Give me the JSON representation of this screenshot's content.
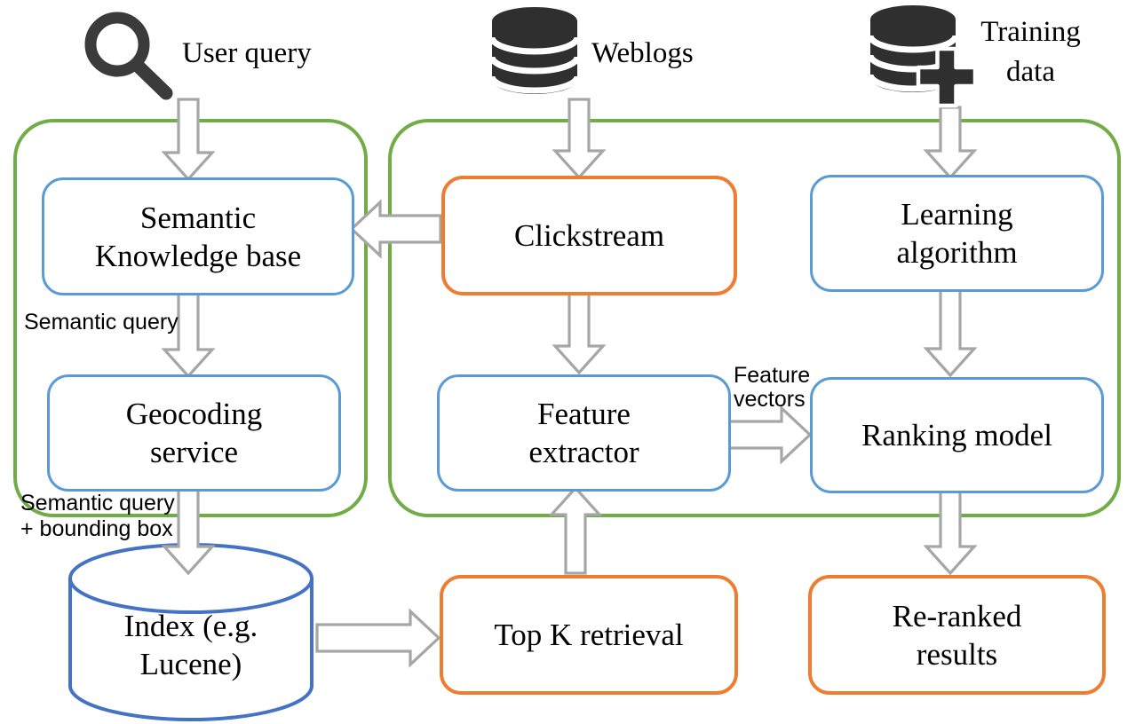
{
  "colors": {
    "container_green": "#70AD47",
    "node_blue": "#5B9BD5",
    "node_orange": "#ED7D31",
    "database_blue": "#4472C4",
    "arrow_gray": "#A6A6A6",
    "icon_dark": "#333333",
    "text_black": "#000000"
  },
  "sources": [
    {
      "icon": "search-icon",
      "label": "User query"
    },
    {
      "icon": "database-icon",
      "label": "Weblogs"
    },
    {
      "icon": "database-plus-icon",
      "label": "Training\ndata"
    }
  ],
  "boxes": {
    "semantic_kb": "Semantic\nKnowledge base",
    "geocoding": "Geocoding\nservice",
    "clickstream": "Clickstream",
    "feature_extractor": "Feature\nextractor",
    "learning_algorithm": "Learning\nalgorithm",
    "ranking_model": "Ranking model",
    "index": "Index (e.g.\nLucene)",
    "top_k": "Top K retrieval",
    "reranked": "Re-ranked\nresults"
  },
  "annotations": {
    "semantic_query": "Semantic query",
    "semantic_query_bbox": "Semantic query\n+ bounding box",
    "feature_vectors": "Feature\nvectors"
  }
}
